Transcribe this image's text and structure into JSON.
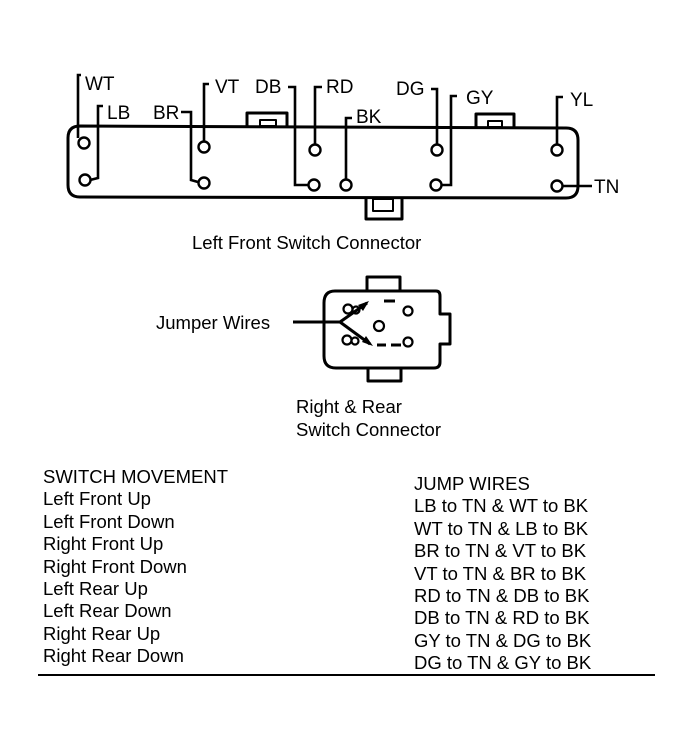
{
  "left_front_connector": {
    "caption": "Left Front Switch Connector",
    "wires": {
      "WT": "WT",
      "LB": "LB",
      "BR": "BR",
      "VT": "VT",
      "DB": "DB",
      "RD": "RD",
      "BK": "BK",
      "DG": "DG",
      "GY": "GY",
      "YL": "YL",
      "TN": "TN"
    }
  },
  "right_rear_connector": {
    "caption_line1": "Right & Rear",
    "caption_line2": "Switch Connector",
    "jumper_label": "Jumper Wires"
  },
  "table": {
    "col1_header": "SWITCH MOVEMENT",
    "col2_header": "JUMP WIRES",
    "rows": [
      {
        "movement": "Left Front Up",
        "jump": "LB to TN & WT to BK"
      },
      {
        "movement": "Left Front Down",
        "jump": "WT to TN & LB to BK"
      },
      {
        "movement": "Right Front Up",
        "jump": "BR to TN & VT to BK"
      },
      {
        "movement": "Right Front Down",
        "jump": "VT to TN & BR to BK"
      },
      {
        "movement": "Left Rear Up",
        "jump": "RD to TN & DB to BK"
      },
      {
        "movement": "Left Rear Down",
        "jump": "DB to TN & RD to BK"
      },
      {
        "movement": "Right Rear Up",
        "jump": "GY to TN & DG to BK"
      },
      {
        "movement": "Right Rear Down",
        "jump": "DG to TN & GY to BK"
      }
    ]
  }
}
